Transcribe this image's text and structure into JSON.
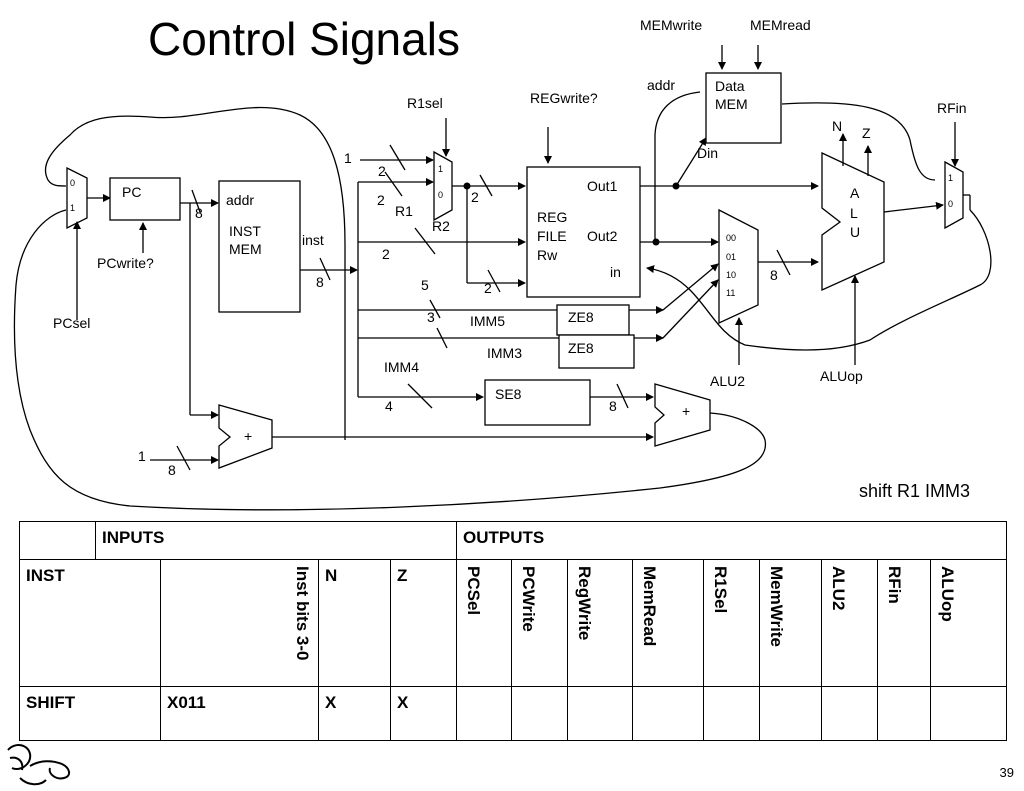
{
  "title": "Control Signals",
  "diagram": {
    "labels": {
      "mem_write": "MEMwrite",
      "mem_read": "MEMread",
      "addr_data": "addr",
      "data_mem_l1": "Data",
      "data_mem_l2": "MEM",
      "din": "Din",
      "r1sel": "R1sel",
      "regwrite": "REGwrite?",
      "rfin": "RFin",
      "n_flag": "N",
      "z_flag": "Z",
      "one_r1": "1",
      "two_r1": "2",
      "two_r2": "2",
      "r1_label": "R1",
      "r2_label": "R2",
      "mux_r1_in1": "1",
      "mux_r1_in0": "0",
      "pc_mux_in0": "0",
      "pc_mux_in1": "1",
      "pc": "PC",
      "eight_pc": "8",
      "addr_inst": "addr",
      "inst_mem_l1": "INST",
      "inst_mem_l2": "MEM",
      "inst": "inst",
      "eight_inst": "8",
      "pcwrite": "PCwrite?",
      "pcsel": "PCsel",
      "two_mid": "2",
      "two_out1": "2",
      "two_rw": "2",
      "out1": "Out1",
      "reg_l1": "REG",
      "reg_l2": "FILE",
      "reg_l3": "Rw",
      "out2": "Out2",
      "in_port": "in",
      "five": "5",
      "three": "3",
      "imm5": "IMM5",
      "imm3": "IMM3",
      "ze8_a": "ZE8",
      "ze8_b": "ZE8",
      "imm4": "IMM4",
      "four": "4",
      "se8": "SE8",
      "eight_se": "8",
      "plus_top": "+",
      "plus_bottom": "+",
      "alu_a": "A",
      "alu_l": "L",
      "alu_u": "U",
      "eight_alu": "8",
      "alu_mux_00": "00",
      "alu_mux_01": "01",
      "alu_mux_10": "10",
      "alu_mux_11": "11",
      "rf_mux_1": "1",
      "rf_mux_0": "0",
      "alu2": "ALU2",
      "aluop": "ALUop",
      "one_inc": "1",
      "eight_inc": "8"
    },
    "caption": "shift R1 IMM3"
  },
  "table": {
    "inputs_header": "INPUTS",
    "outputs_header": "OUTPUTS",
    "columns": {
      "inst": "INST",
      "inst_bits": "Inst bits 3-0",
      "n": "N",
      "z": "Z",
      "outputs": [
        "PCSel",
        "PCWrite",
        "RegWrite",
        "MemRead",
        "R1Sel",
        "MemWrite",
        "ALU2",
        "RFin",
        "ALUop"
      ]
    },
    "rows": [
      {
        "inst": "SHIFT",
        "inst_bits": "X011",
        "n": "X",
        "z": "X",
        "outputs": [
          "",
          "",
          "",
          "",
          "",
          "",
          "",
          "",
          ""
        ]
      }
    ]
  },
  "page_number": "39"
}
